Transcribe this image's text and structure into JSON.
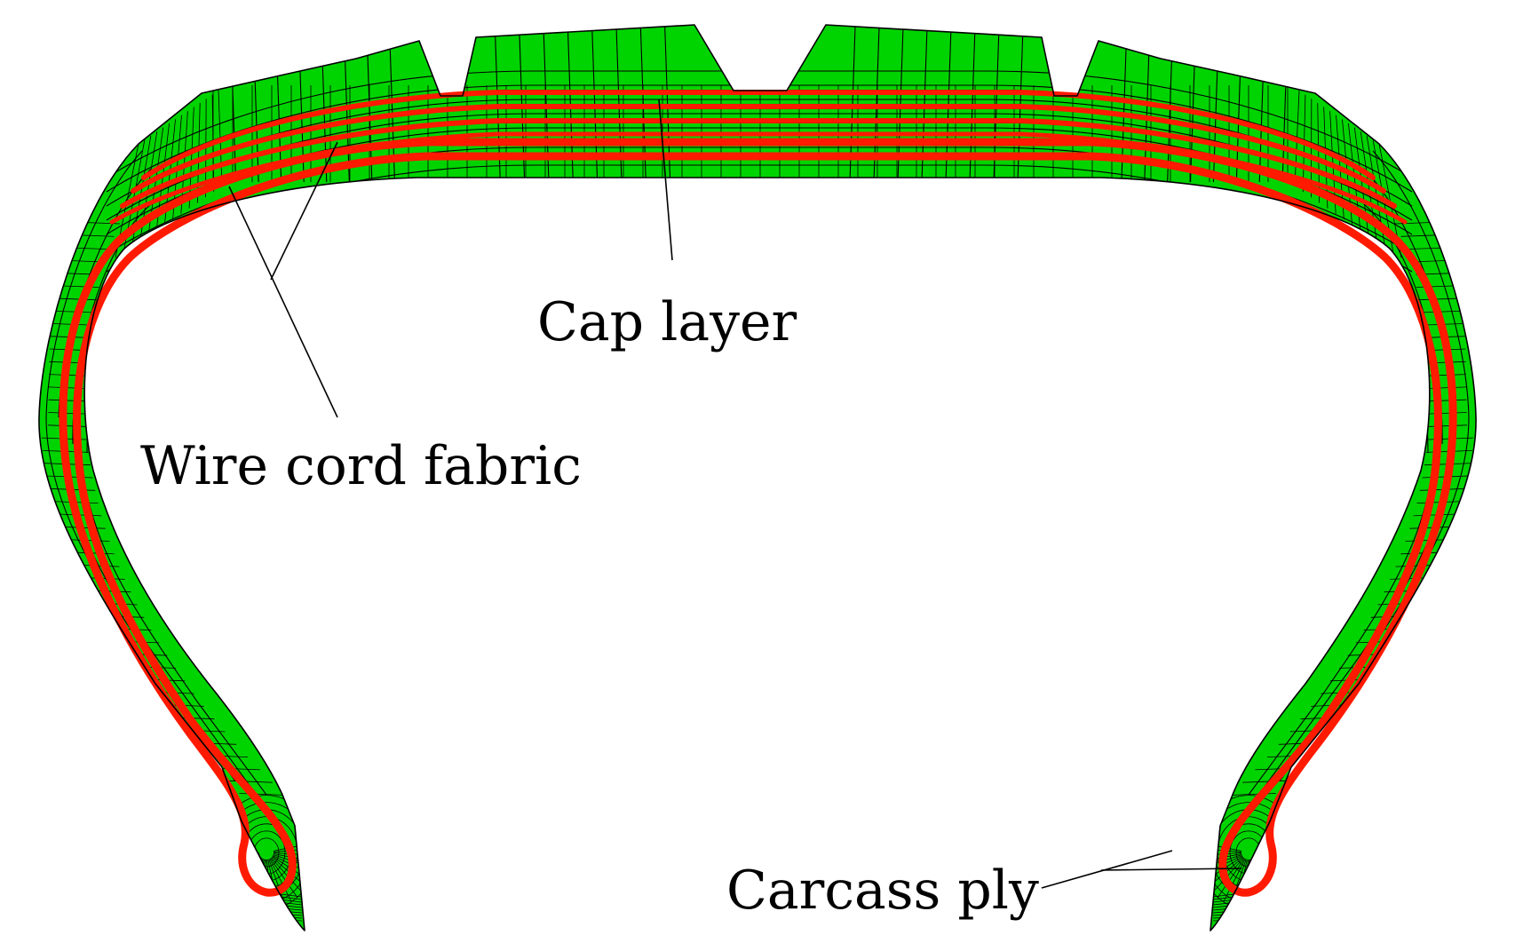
{
  "labels": {
    "cap_layer": "Cap layer",
    "wire_cord_fabric": "Wire cord fabric",
    "carcass_ply": "Carcass ply"
  },
  "colors": {
    "rubber_fill": "#00d400",
    "reinforcement": "#ff1a00",
    "mesh_lines": "#000000",
    "background": "#ffffff"
  }
}
